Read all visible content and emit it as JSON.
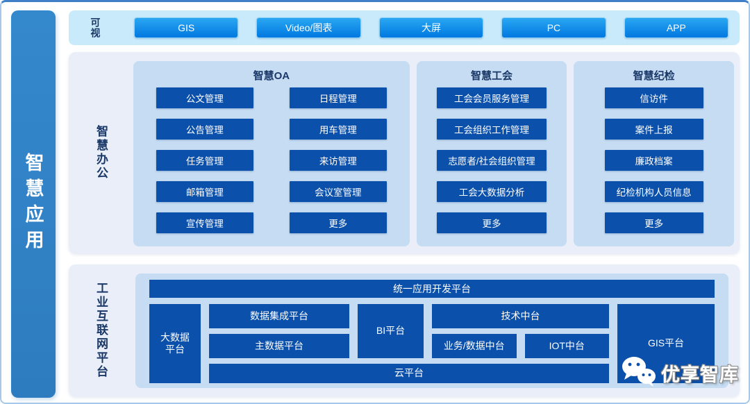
{
  "page": {
    "sidebar_label": "智慧应用",
    "watermark_text": "优享智库"
  },
  "visualization": {
    "label": "可视",
    "buttons": [
      "GIS",
      "Video/图表",
      "大屏",
      "PC",
      "APP"
    ]
  },
  "smart_office": {
    "label": "智慧办公",
    "groups": [
      {
        "title": "智慧OA",
        "columns": [
          [
            "公文管理",
            "公告管理",
            "任务管理",
            "邮箱管理",
            "宣传管理"
          ],
          [
            "日程管理",
            "用车管理",
            "来访管理",
            "会议室管理",
            "更多"
          ]
        ]
      },
      {
        "title": "智慧工会",
        "items": [
          "工会会员服务管理",
          "工会组织工作管理",
          "志愿者/社会组织管理",
          "工会大数据分析",
          "更多"
        ]
      },
      {
        "title": "智慧纪检",
        "items": [
          "信访件",
          "案件上报",
          "廉政档案",
          "纪检机构人员信息",
          "更多"
        ]
      }
    ]
  },
  "industrial_platform": {
    "label": "工业互联网平台",
    "top_bar": "统一应用开发平台",
    "big_data": "大数据平台",
    "data_integration": "数据集成平台",
    "master_data": "主数据平台",
    "bi": "BI平台",
    "tech_middle": "技术中台",
    "business_data_middle": "业务/数据中台",
    "iot_middle": "IOT中台",
    "gis": "GIS平台",
    "cloud": "云平台"
  },
  "colors": {
    "dark_block": "#0b51ac",
    "light_panel": "#c5dcf2",
    "section_bg": "#e9eef8",
    "top_strip_bg": "#c9eafb",
    "gradient_button_top": "#2aa7f2",
    "gradient_button_bottom": "#0078e0",
    "sidebar_blue": "#2e7cc0",
    "label_navy": "#1a3868"
  }
}
